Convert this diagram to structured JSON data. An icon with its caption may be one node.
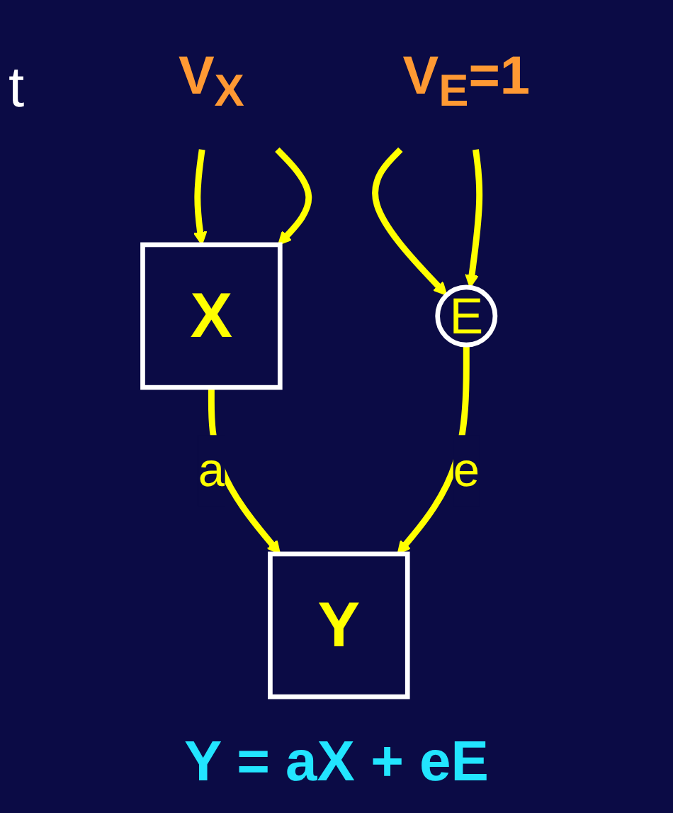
{
  "diagram": {
    "caption": "Y = aX + eE",
    "nodes": [
      {
        "text": [
          "V$_{X}$"
        ]
      },
      {
        "text": [
          "X"
        ]
      },
      {
        "text": [
          "V$_{E}$=1"
        ]
      },
      {
        "text": [
          "E"
        ]
      },
      {
        "text": [
          "Y"
        ]
      }
    ],
    "edges": [
      {
        "from": 0,
        "to": 1,
        "arrow": "to"
      },
      {
        "from": 0,
        "to": 1,
        "arrow": "to"
      },
      {
        "from": 2,
        "to": 3,
        "arrow": "to"
      },
      {
        "from": 2,
        "to": 3,
        "arrow": "to"
      },
      {
        "from": 1,
        "to": 4,
        "arrow": "to",
        "label": "a"
      },
      {
        "from": 3,
        "to": 4,
        "arrow": "to",
        "label": "e"
      }
    ],
    "labels": [
      "t"
    ]
  }
}
